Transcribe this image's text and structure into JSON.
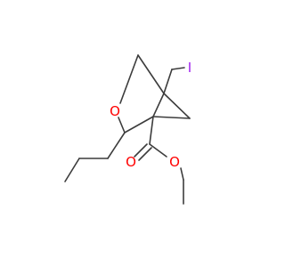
{
  "molecule": {
    "atoms": {
      "iodine": {
        "symbol": "I",
        "color": "#a020f0"
      },
      "ring_oxygen": {
        "symbol": "O",
        "color": "#ff0000"
      },
      "carbonyl_oxygen": {
        "symbol": "O",
        "color": "#ff0000"
      },
      "ester_oxygen": {
        "symbol": "O",
        "color": "#ff0000"
      }
    },
    "bond_color": "#3c3c3c"
  }
}
